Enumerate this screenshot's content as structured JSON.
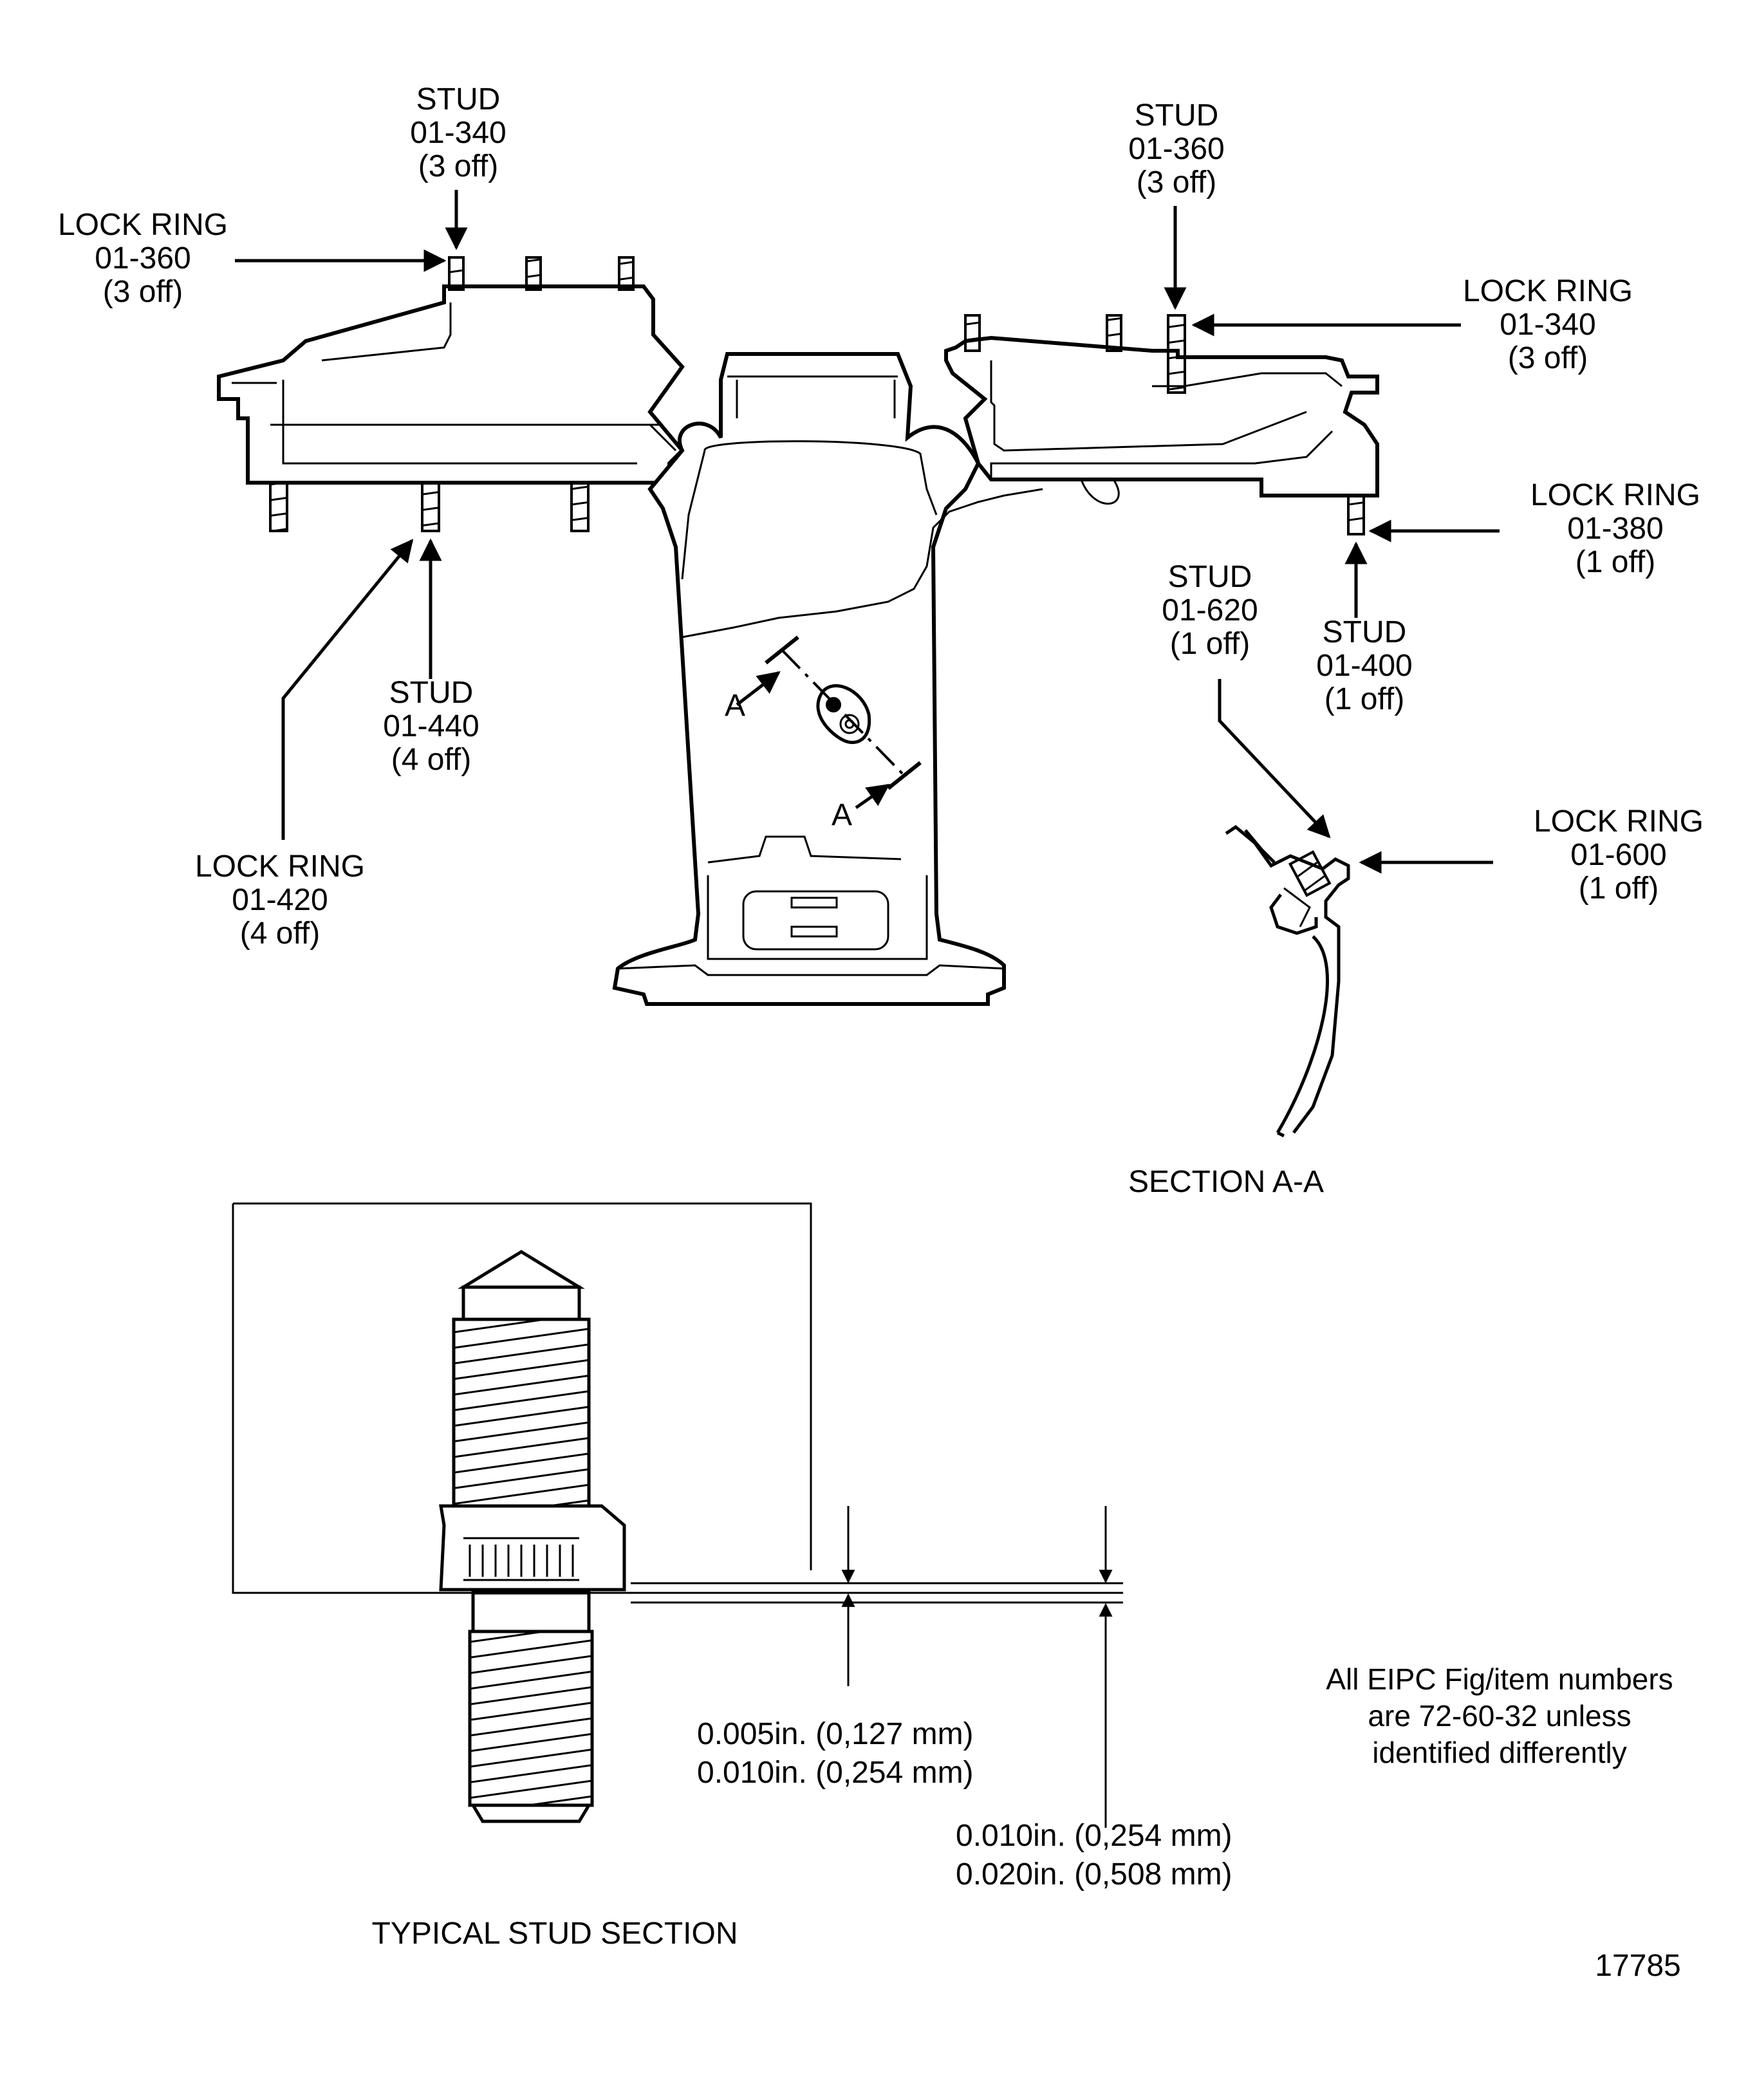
{
  "callouts": {
    "stud_01_340": {
      "name": "STUD",
      "number": "01-340",
      "qty": "(3 off)"
    },
    "lockring_01_360": {
      "name": "LOCK RING",
      "number": "01-360",
      "qty": "(3 off)"
    },
    "stud_01_360": {
      "name": "STUD",
      "number": "01-360",
      "qty": "(3 off)"
    },
    "lockring_01_340": {
      "name": "LOCK RING",
      "number": "01-340",
      "qty": "(3 off)"
    },
    "lockring_01_380": {
      "name": "LOCK RING",
      "number": "01-380",
      "qty": "(1 off)"
    },
    "stud_01_620": {
      "name": "STUD",
      "number": "01-620",
      "qty": "(1 off)"
    },
    "stud_01_400": {
      "name": "STUD",
      "number": "01-400",
      "qty": "(1 off)"
    },
    "stud_01_440": {
      "name": "STUD",
      "number": "01-440",
      "qty": "(4 off)"
    },
    "lockring_01_420": {
      "name": "LOCK RING",
      "number": "01-420",
      "qty": "(4 off)"
    },
    "lockring_01_600": {
      "name": "LOCK RING",
      "number": "01-600",
      "qty": "(1 off)"
    }
  },
  "section_marks": {
    "a_upper": "A",
    "a_lower": "A"
  },
  "section_aa_title": "SECTION A-A",
  "stud_section_title": "TYPICAL STUD SECTION",
  "dimensions": {
    "lockring_min": "0.005in. (0,127 mm)",
    "lockring_max": "0.010in. (0,254 mm)",
    "stud_min": "0.010in. (0,254 mm)",
    "stud_max": "0.020in. (0,508 mm)"
  },
  "note": {
    "line1": "All EIPC Fig/item numbers",
    "line2": "are 72-60-32 unless",
    "line3": "identified differently"
  },
  "figure_number": "17785"
}
